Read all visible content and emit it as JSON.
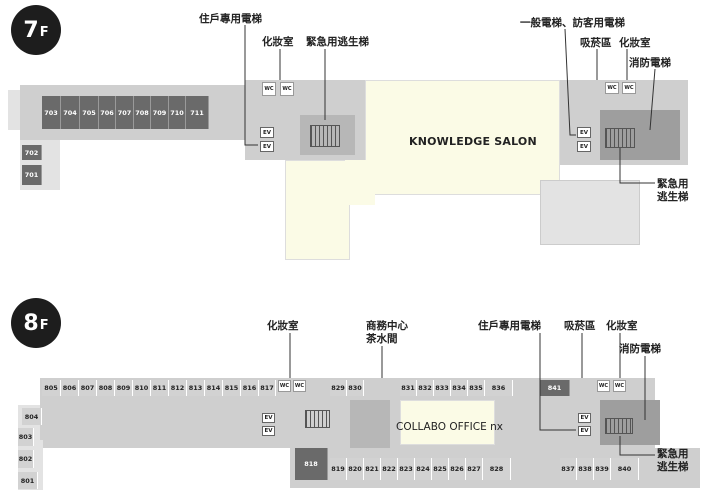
{
  "floor7": {
    "badge_number": "7",
    "badge_suffix": "F",
    "labels": {
      "resident_elevator": "住戶專用電梯",
      "restroom": "化妝室",
      "emergency_stairs": "緊急用逃生梯",
      "general_elevator": "一般電梯、訪客用電梯",
      "smoking_room": "吸菸區",
      "restroom_right": "化妝室",
      "fire_elevator": "消防電梯",
      "emergency_stairs_right_1": "緊急用",
      "emergency_stairs_right_2": "逃生梯"
    },
    "salon": "KNOWLEDGE SALON",
    "rooms_top": [
      "703",
      "704",
      "705",
      "706",
      "707",
      "708",
      "709",
      "710",
      "711"
    ],
    "rooms_left": [
      "702",
      "701"
    ],
    "wc": [
      "WC",
      "WC",
      "WC",
      "WC"
    ],
    "ev": [
      "EV",
      "EV",
      "EV",
      "EV"
    ]
  },
  "floor8": {
    "badge_number": "8",
    "badge_suffix": "F",
    "labels": {
      "restroom": "化妝室",
      "business_center_1": "商務中心",
      "business_center_2": "茶水間",
      "resident_elevator": "住戶專用電梯",
      "smoking_room": "吸菸區",
      "restroom_right": "化妝室",
      "fire_elevator": "消防電梯",
      "emergency_stairs_1": "緊急用",
      "emergency_stairs_2": "逃生梯"
    },
    "collabo": "COLLABO OFFICE nx",
    "rooms_top_left": [
      "805",
      "806",
      "807",
      "808",
      "809",
      "810",
      "811",
      "812",
      "813",
      "814",
      "815",
      "816",
      "817"
    ],
    "rooms_top_mid": [
      "829",
      "830"
    ],
    "rooms_top_right": [
      "831",
      "832",
      "833",
      "834",
      "835",
      "836"
    ],
    "room_841": "841",
    "rooms_left": [
      "804",
      "803",
      "802",
      "801"
    ],
    "room_818": "818",
    "rooms_bottom": [
      "819",
      "820",
      "821",
      "822",
      "823",
      "824",
      "825",
      "826",
      "827",
      "828"
    ],
    "rooms_bottom_right": [
      "837",
      "838",
      "839",
      "840"
    ],
    "wc": [
      "WC",
      "WC",
      "WC",
      "WC"
    ],
    "ev": [
      "EV",
      "EV",
      "EV",
      "EV"
    ]
  }
}
